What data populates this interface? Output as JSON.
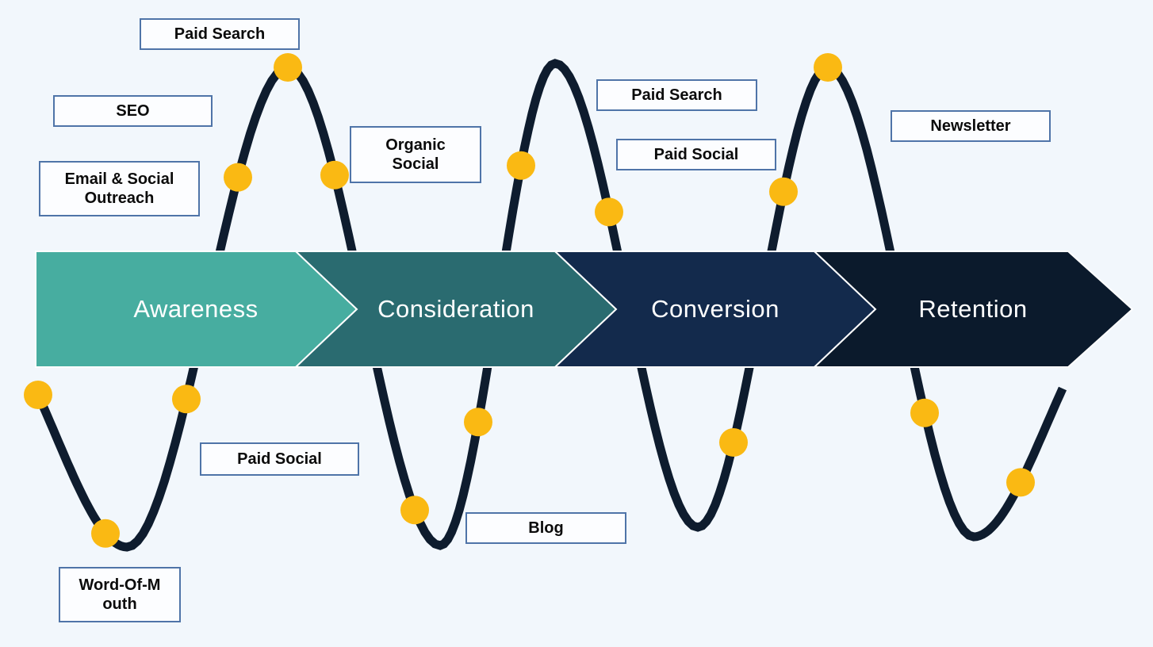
{
  "background": "#F2F7FC",
  "funnel": {
    "stages": [
      {
        "label": "Awareness",
        "color": "#47ADA0"
      },
      {
        "label": "Consideration",
        "color": "#2A6B70"
      },
      {
        "label": "Conversion",
        "color": "#132A4C"
      },
      {
        "label": "Retention",
        "color": "#0B1A2C"
      }
    ],
    "text_color": "#FFFFFF"
  },
  "wave": {
    "line_color": "#0E1C2E",
    "dot_color": "#FAB913"
  },
  "label_style": {
    "border_color": "#4F74A8",
    "background": "#FCFDFF",
    "text_color": "#0B0B0B"
  },
  "touchpoint_labels": {
    "paid_search_awareness": "Paid Search",
    "seo": "SEO",
    "email_outreach": "Email & Social\nOutreach",
    "organic_social": "Organic\nSocial",
    "paid_social_awareness": "Paid Social",
    "word_of_mouth": "Word-Of-M\nouth",
    "blog": "Blog",
    "paid_search_conversion": "Paid Search",
    "paid_social_conversion": "Paid Social",
    "newsletter": "Newsletter"
  }
}
